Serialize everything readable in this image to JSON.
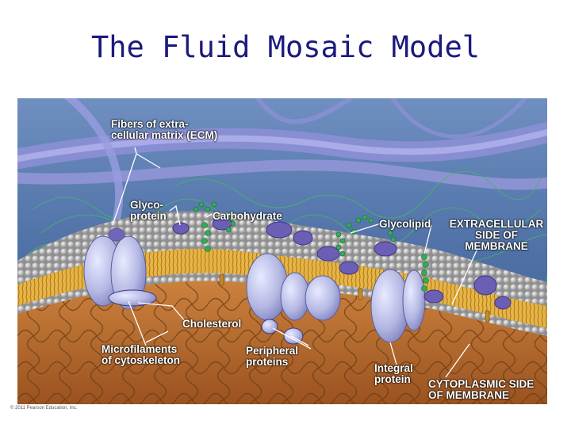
{
  "title": "The Fluid Mosaic Model",
  "labels": {
    "ecm": [
      "Fibers of extra-",
      "cellular matrix (ECM)"
    ],
    "glycoprotein": [
      "Glyco-",
      "protein"
    ],
    "carbohydrate": "Carbohydrate",
    "glycolipid": "Glycolipid",
    "extracellular": [
      "EXTRACELLULAR",
      "SIDE OF",
      "MEMBRANE"
    ],
    "cholesterol": "Cholesterol",
    "microfilaments": [
      "Microfilaments",
      "of cytoskeleton"
    ],
    "peripheral": [
      "Peripheral",
      "proteins"
    ],
    "integral": [
      "Integral",
      "protein"
    ],
    "cytoplasmic": [
      "CYTOPLASMIC SIDE",
      "OF MEMBRANE"
    ]
  },
  "copyright": "© 2011 Pearson Education, Inc.",
  "colors": {
    "title": "#1a1a7e",
    "background": "#5d7fb0",
    "protein": "#b9bde6",
    "cytoplasm": "#c97d38",
    "lipid_tails": "#e6b545",
    "carbohydrate": "#2e9e4b"
  }
}
